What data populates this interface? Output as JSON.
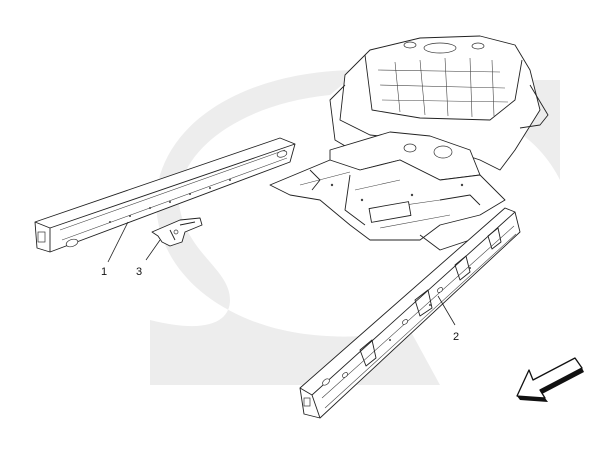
{
  "callouts": [
    {
      "id": "1",
      "text": "1"
    },
    {
      "id": "2",
      "text": "2"
    },
    {
      "id": "3",
      "text": "3"
    }
  ],
  "watermark": {
    "color": "#ededed",
    "shape": "c-shaped logo"
  },
  "direction_arrow": {
    "icon": "arrow-down-left-icon"
  }
}
